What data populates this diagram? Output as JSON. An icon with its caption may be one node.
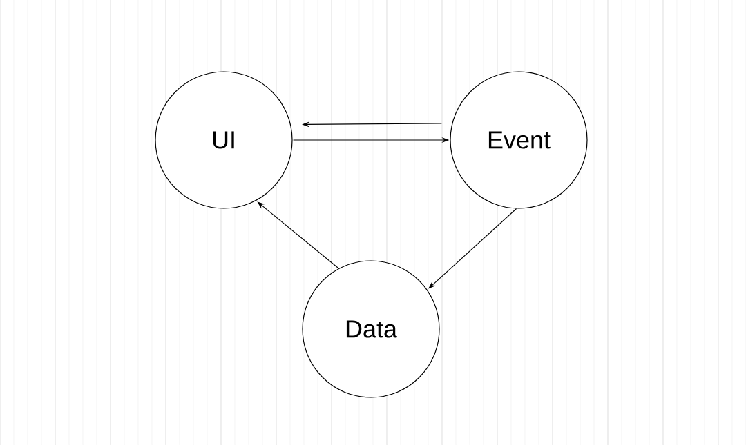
{
  "diagram": {
    "nodes": [
      {
        "text": [
          "UI"
        ]
      },
      {
        "text": [
          "Event"
        ]
      },
      {
        "text": [
          "Data"
        ]
      }
    ],
    "edges": [
      {
        "from": 1,
        "to": 0,
        "arrow": "to"
      },
      {
        "from": 0,
        "to": 1,
        "arrow": "to"
      },
      {
        "from": 1,
        "to": 2,
        "arrow": "to"
      },
      {
        "from": 2,
        "to": 0,
        "arrow": "to"
      }
    ]
  }
}
